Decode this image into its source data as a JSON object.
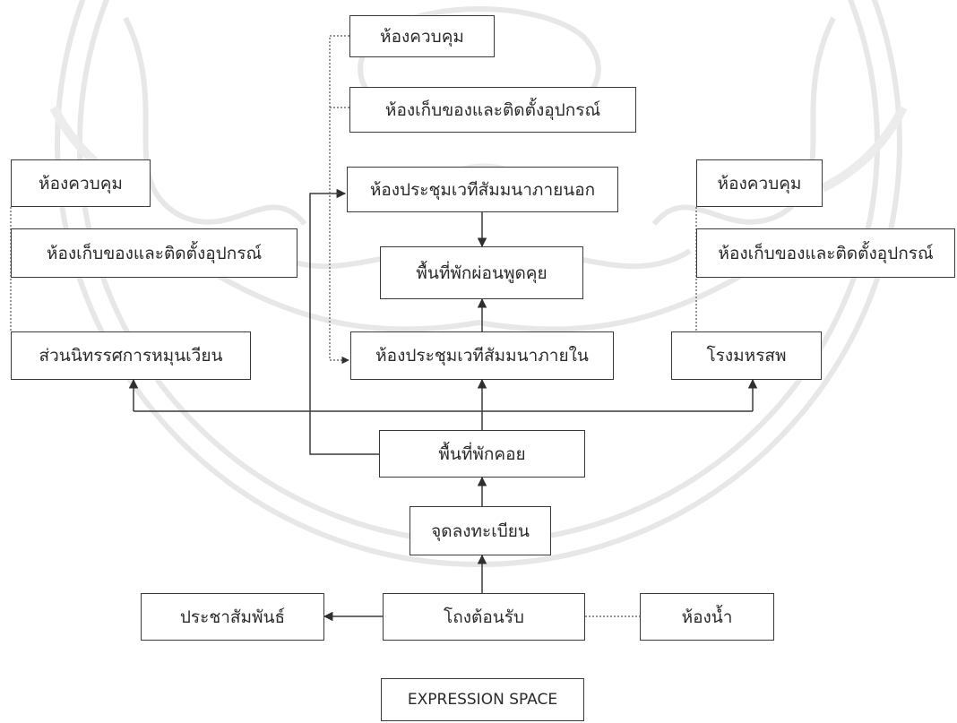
{
  "diagram": {
    "nodes": {
      "top_control": "ห้องควบคุม",
      "top_storage": "ห้องเก็บของและติดตั้งอุปกรณ์",
      "outer_seminar": "ห้องประชุมเวทีสัมมนาภายนอก",
      "lounge": "พื้นที่พักผ่อนพูดคุย",
      "inner_seminar": "ห้องประชุมเวทีสัมมนาภายใน",
      "left_control": "ห้องควบคุม",
      "left_storage": "ห้องเก็บของและติดตั้งอุปกรณ์",
      "left_exhibition": "ส่วนนิทรรศการหมุนเวียน",
      "right_control": "ห้องควบคุม",
      "right_storage": "ห้องเก็บของและติดตั้งอุปกรณ์",
      "theater": "โรงมหรสพ",
      "waiting": "พื้นที่พักคอย",
      "registration": "จุดลงทะเบียน",
      "lobby": "โถงต้อนรับ",
      "pr": "ประชาสัมพันธ์",
      "restroom": "ห้องน้ำ",
      "footer": "EXPRESSION SPACE"
    }
  }
}
